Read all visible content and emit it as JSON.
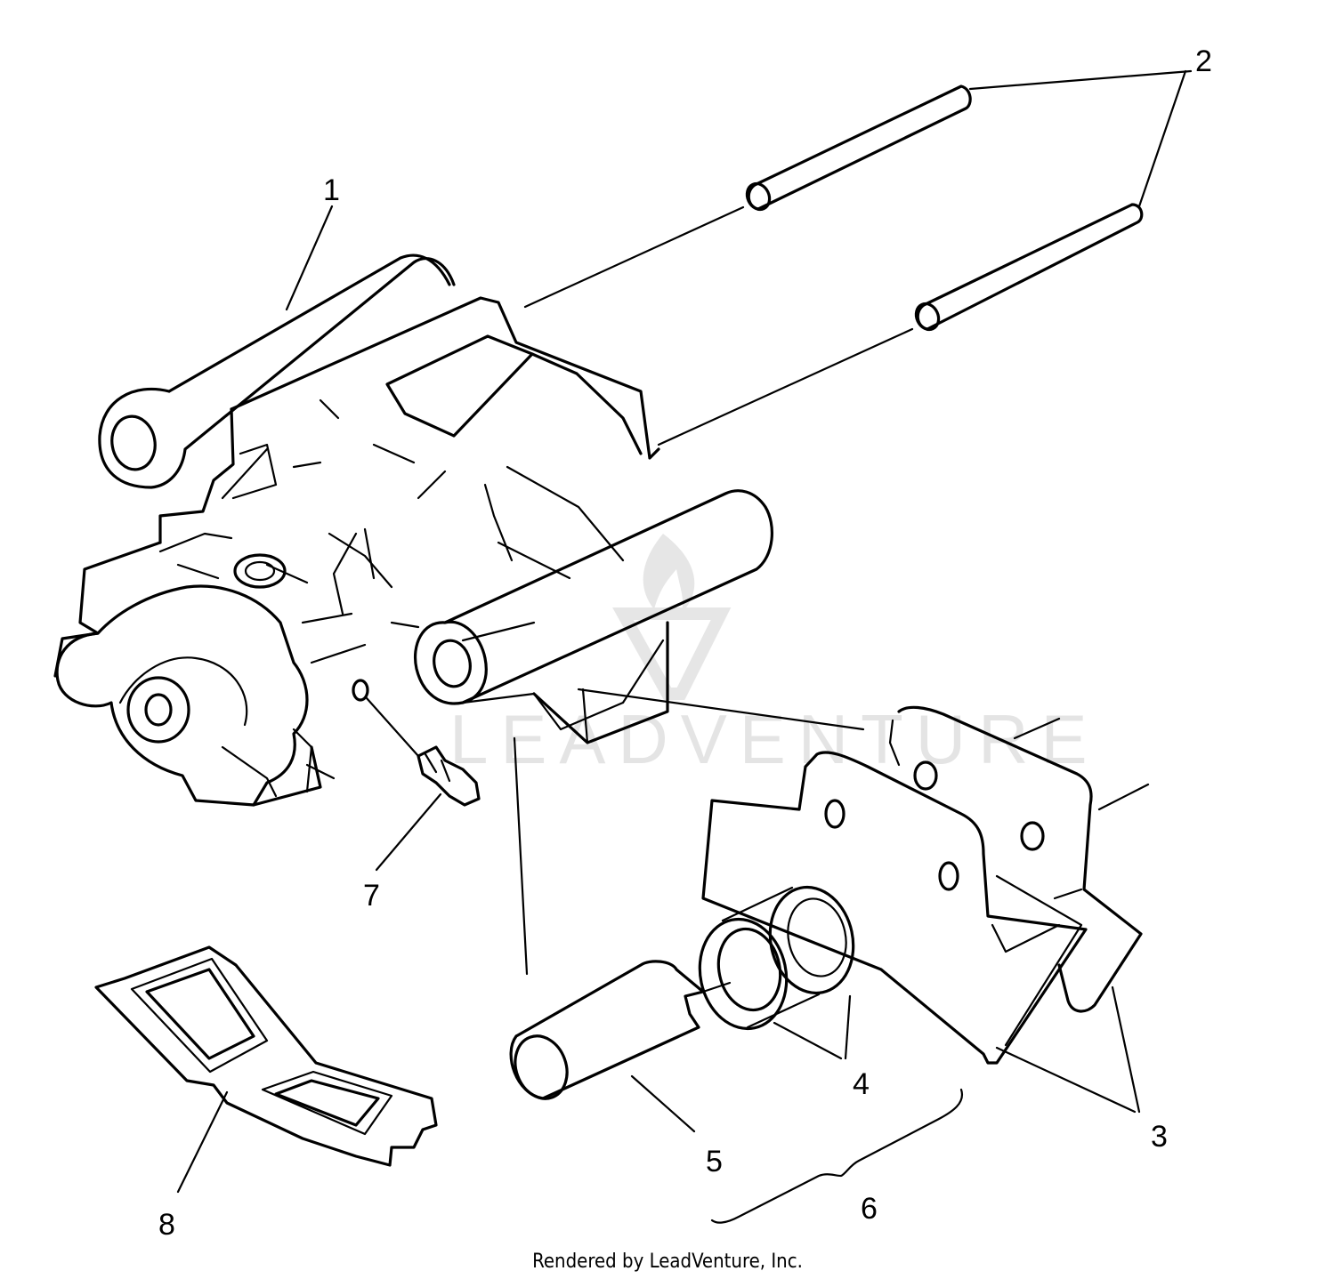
{
  "callouts": [
    {
      "id": "1",
      "label": "1"
    },
    {
      "id": "2",
      "label": "2"
    },
    {
      "id": "3",
      "label": "3"
    },
    {
      "id": "4",
      "label": "4"
    },
    {
      "id": "5",
      "label": "5"
    },
    {
      "id": "6",
      "label": "6"
    },
    {
      "id": "7",
      "label": "7"
    },
    {
      "id": "8",
      "label": "8"
    }
  ],
  "watermark": "LEADVENTURE",
  "credit": "Rendered by LeadVenture, Inc.",
  "colors": {
    "line": "#000000",
    "watermark": "#e4e4e4",
    "background": "#ffffff"
  }
}
